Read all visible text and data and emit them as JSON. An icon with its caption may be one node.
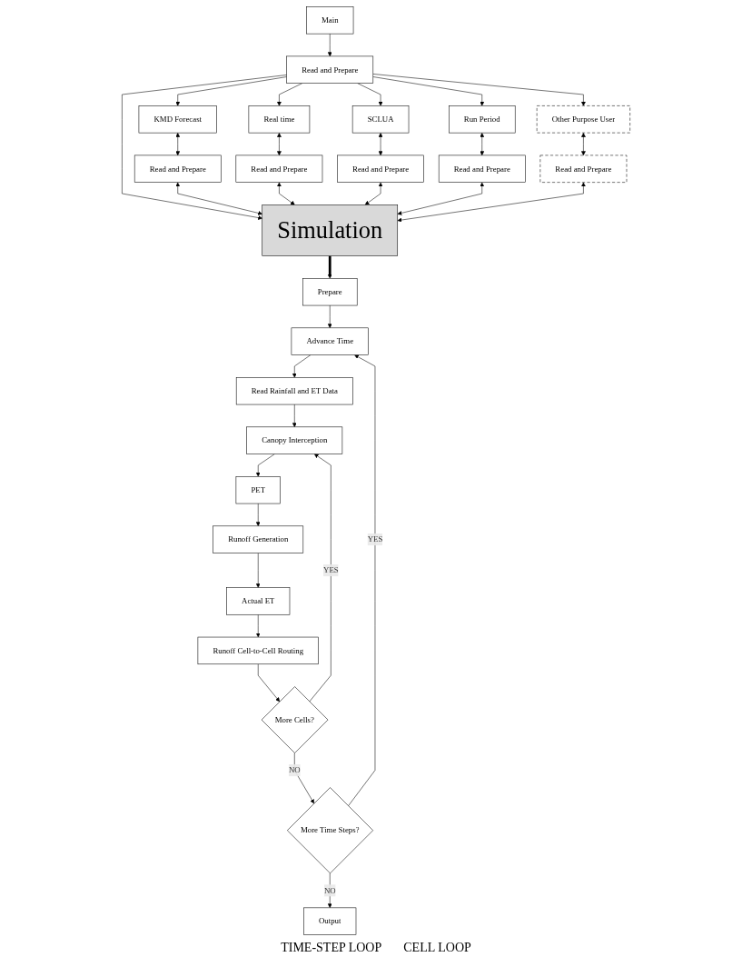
{
  "diagram": {
    "nodes": [
      {
        "text": [
          "Main"
        ]
      },
      {
        "text": [
          "Read and Prepare"
        ]
      },
      {
        "text": [
          "KMD Forecast"
        ]
      },
      {
        "text": [
          "Real time"
        ]
      },
      {
        "text": [
          "SCLUA"
        ]
      },
      {
        "text": [
          "Run Period"
        ]
      },
      {
        "text": [
          "Other Purpose User"
        ]
      },
      {
        "text": [
          "Read and Prepare"
        ]
      },
      {
        "text": [
          "Read and Prepare"
        ]
      },
      {
        "text": [
          "Read and Prepare"
        ]
      },
      {
        "text": [
          "Read and Prepare"
        ]
      },
      {
        "text": [
          "Read and Prepare"
        ]
      },
      {
        "text": [
          "Simulation"
        ]
      },
      {
        "text": [
          "Prepare"
        ]
      },
      {
        "text": [
          "Advance Time"
        ]
      },
      {
        "text": [
          "Read Rainfall and ET Data"
        ]
      },
      {
        "text": [
          "Canopy Interception"
        ]
      },
      {
        "text": [
          "PET"
        ]
      },
      {
        "text": [
          "Runoff Generation"
        ]
      },
      {
        "text": [
          "Actual ET"
        ]
      },
      {
        "text": [
          "Runoff Cell-to-Cell Routing"
        ]
      },
      {
        "text": [
          "More Cells?"
        ]
      },
      {
        "text": [
          "More Time Steps?"
        ]
      },
      {
        "text": [
          "Output"
        ]
      }
    ],
    "edges": [
      {
        "from": 0,
        "to": 1,
        "arrow": "to"
      },
      {
        "from": 1,
        "to": 2,
        "arrow": "to"
      },
      {
        "from": 1,
        "to": 3,
        "arrow": "to"
      },
      {
        "from": 1,
        "to": 4,
        "arrow": "to"
      },
      {
        "from": 1,
        "to": 5,
        "arrow": "to"
      },
      {
        "from": 1,
        "to": 6,
        "arrow": "to"
      },
      {
        "from": 1,
        "to": 12,
        "arrow": "to"
      },
      {
        "from": 2,
        "to": 7,
        "arrow": "both"
      },
      {
        "from": 3,
        "to": 8,
        "arrow": "both"
      },
      {
        "from": 4,
        "to": 9,
        "arrow": "both"
      },
      {
        "from": 5,
        "to": 10,
        "arrow": "both"
      },
      {
        "from": 6,
        "to": 11,
        "arrow": "both"
      },
      {
        "from": 7,
        "to": 12,
        "arrow": "both"
      },
      {
        "from": 8,
        "to": 12,
        "arrow": "both"
      },
      {
        "from": 9,
        "to": 12,
        "arrow": "both"
      },
      {
        "from": 10,
        "to": 12,
        "arrow": "both"
      },
      {
        "from": 11,
        "to": 12,
        "arrow": "both"
      },
      {
        "from": 12,
        "to": 13,
        "arrow": "to",
        "style": "thick"
      },
      {
        "from": 13,
        "to": 14,
        "arrow": "to"
      },
      {
        "from": 14,
        "to": 15,
        "arrow": "to"
      },
      {
        "from": 15,
        "to": 16,
        "arrow": "to"
      },
      {
        "from": 16,
        "to": 17,
        "arrow": "to"
      },
      {
        "from": 17,
        "to": 18,
        "arrow": "to"
      },
      {
        "from": 18,
        "to": 19,
        "arrow": "to"
      },
      {
        "from": 19,
        "to": 20,
        "arrow": "to"
      },
      {
        "from": 20,
        "to": 21,
        "arrow": "to"
      },
      {
        "from": 21,
        "to": 16,
        "arrow": "to",
        "label": "YES"
      },
      {
        "from": 21,
        "to": 22,
        "arrow": "to",
        "label": "NO"
      },
      {
        "from": 22,
        "to": 14,
        "arrow": "to",
        "label": "YES"
      },
      {
        "from": 22,
        "to": 23,
        "arrow": "to",
        "label": "NO"
      }
    ],
    "labels": [
      "TIME-STEP LOOP",
      "CELL LOOP"
    ]
  }
}
